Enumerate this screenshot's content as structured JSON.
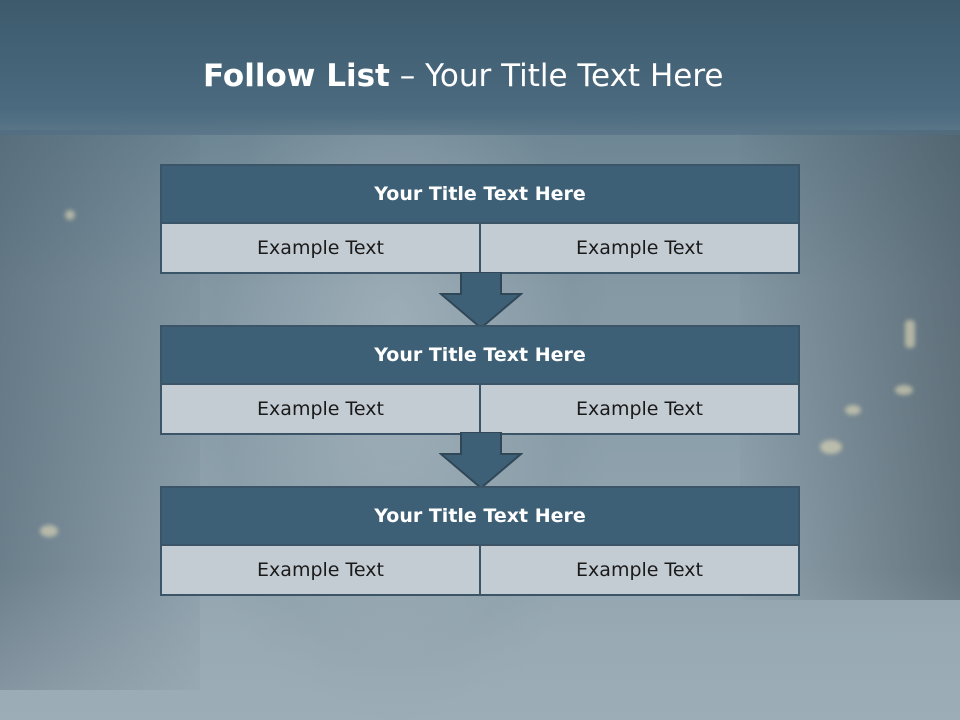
{
  "slide": {
    "title_bold": "Follow List",
    "title_rest": "– Your Title Text Here"
  },
  "blocks": [
    {
      "title": "Your Title Text Here",
      "left": "Example Text",
      "right": "Example Text"
    },
    {
      "title": "Your Title Text Here",
      "left": "Example Text",
      "right": "Example Text"
    },
    {
      "title": "Your Title Text Here",
      "left": "Example Text",
      "right": "Example Text"
    }
  ],
  "colors": {
    "header_band": "#4b6a7f",
    "block_header": "#3e6076",
    "block_cell": "#c4ccd3",
    "border": "#3b5467"
  }
}
